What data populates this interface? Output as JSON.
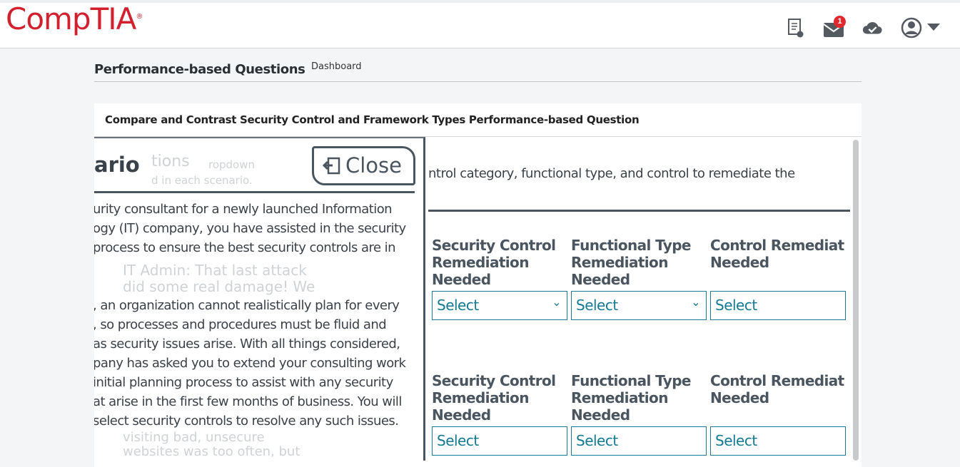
{
  "header": {
    "logo": "CompTIA",
    "icons": [
      "certificate-icon",
      "mail-icon",
      "cloud-check-icon",
      "user-account-icon",
      "caret-down-icon"
    ],
    "mail_badge": "1"
  },
  "page": {
    "title": "Performance-based Questions",
    "breadcrumb": "Dashboard"
  },
  "card": {
    "title": "Compare and Contrast Security Control and Framework Types Performance-based Question",
    "instructions": "ntrol category, functional type, and control to remediate the",
    "rows": [
      {
        "columns": [
          {
            "label1": "Security Control",
            "label2": "Remediation Needed",
            "value": "Select"
          },
          {
            "label1": "Functional Type",
            "label2": "Remediation Needed",
            "value": "Select"
          },
          {
            "label1": "Control Remediat",
            "label2": "Needed",
            "value": "Select"
          }
        ]
      },
      {
        "columns": [
          {
            "label1": "Security Control",
            "label2": "Remediation Needed",
            "value": "Select"
          },
          {
            "label1": "Functional Type",
            "label2": "Remediation Needed",
            "value": "Select"
          },
          {
            "label1": "Control Remediat",
            "label2": "Needed",
            "value": "Select"
          }
        ]
      }
    ]
  },
  "panel": {
    "title": "ario",
    "close_label": "Close",
    "ghost": [
      "tions",
      "ropdown",
      "d in each scenario.",
      "IT Admin: That last attack",
      "did some real damage! We",
      "visiting bad, unsecure",
      "websites was too often, but"
    ],
    "paragraph1": [
      "urity consultant for a newly launched Information",
      "ogy (IT) company, you have assisted in the security",
      " process to ensure the best security controls are in"
    ],
    "paragraph2": [
      ", an organization cannot realistically plan for every",
      ", so processes and procedures must be fluid and",
      " as security issues arise. With all things considered,",
      "pany has asked you to extend your consulting work",
      " initial planning process to assist with any security",
      "at arise in the first few months of business. You will",
      " select security controls to resolve any such issues."
    ]
  },
  "colors": {
    "brand": "#d2202f",
    "accent": "#1b7a93",
    "text": "#4a5560"
  }
}
